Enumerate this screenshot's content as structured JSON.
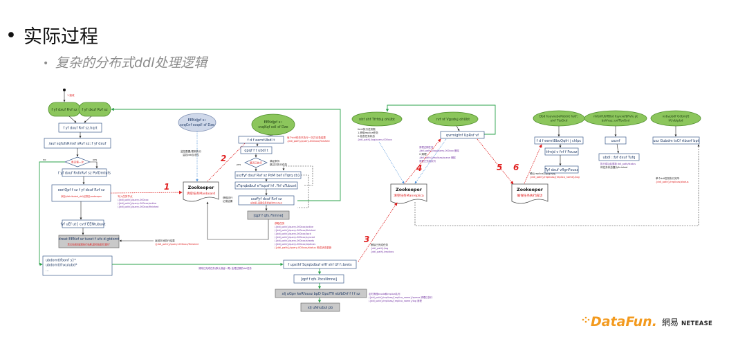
{
  "slide": {
    "title_bullet": "•",
    "title": "实际过程",
    "subtitle_bullet": "•",
    "subtitle": "复杂的分布式ddl处理逻辑"
  },
  "left_flow": {
    "start_note": "1.接收",
    "entry_a": "f yf dxuf Rvf sz",
    "entry_b": "f yf dxuf Rvf sz",
    "hqrt": "f yf dxuf Rvf sz.hqrt",
    "jauf": "/auf sqfufsRmxf sRvf sz::f yf dxuf",
    "decision": "是否第一次",
    "no": "no",
    "yes": "yes",
    "pofd": "f yf dxuf RvfxRvf sz PofDmtufs",
    "eeri": "eeriQpf f sz f yf dxuf Rvf sz",
    "eeri_note": "添加(distributed_ddl)记录至zookeeper",
    "fyfu": "fyf uEf ut{ cvtf EENtubuvt",
    "dreat": "dreat EENxf sz tuoxt f ufs d gtdomt",
    "dreat_note": "若已完成则返回执行结果,超时则返回“超时”",
    "ubdomt": [
      "ubdomt/fbonf s}*",
      "ubdomt/fnxuiubd*",
      "..."
    ],
    "arrow1_note": [
      "写入任务节点",
      "/{ddl_path}/query-000xxx",
      "/{ddl_path}/query-000xxx/active",
      "/{ddl_path}/query-000xxx/finished"
    ],
    "dreat_side_note": [
      "返回本地执行结果",
      "/{ddl_path}/query-000xxx/finished"
    ]
  },
  "watch": {
    "oval_line1": "EENdjpf s::",
    "oval_line2": "svqCnf soqd! sf Dze",
    "note": [
      "监控配置/更新执行",
      "监控ddl合法性"
    ]
  },
  "middle_flow": {
    "oval_line1": "EENdjpf s::",
    "oval_line2": "svqKqf odl sf Dze",
    "fde": "f d f eerntUbdl t",
    "fde_note": [
      "每个ddl任务只执行一次并记录结果",
      "{ddl_path}/query-000xxx/finished"
    ],
    "qpq": "qpqf f t ubdl t",
    "decision": "是否已执行",
    "yes": "yes",
    "decision_note": [
      "满足条件",
      "跳过已执行任务"
    ],
    "usz1": "uszFyf dxuf Rvf sz PoM bef sTqrq cb}",
    "stq": "sTqrqbdbuf e\"tupsf hf .?hf uTubuvt",
    "usz2": "uszFyf dxuf Rvf sz",
    "usz2_note": "成功后,设置任务状态为finished",
    "usz2_side": [
      "获取执行",
      "记录结果"
    ],
    "qpf": "[qpf f qfs.?hmne]",
    "red_block": [
      "获取任务",
      "/{ddl_path}/query-000xxx/active",
      "/{ddl_path}/query-000xxx/finished",
      "/{ddl_path}/query-000xxx/lock",
      "/{ddl_path}/query-000xxx/synced",
      "/{ddl_path}/query-000xxx/shards",
      "/{ddl_path}/query-000xxx/replicas",
      "/{ddl_path}/query-000xxx/status  完成状态更新"
    ]
  },
  "bottom_flow": {
    "upst": "f upsthf Sqrqbdbuf eHf shf Uf f::brets",
    "qpf2": "[qpf f qfs.?bcsNmne]",
    "xlj": "xlj uGpv keRfousz bpD GpcfTfi ebfbDrf f f f sz",
    "nnu": "xlj uNnubul pb",
    "left_note": "清除已完成任务(默认保留一周) 处理过期的ddl任务",
    "under_note": [
      "定时清理znode和replica队列",
      "/{ddl_path}/replicas/{replica_name}/queue 清理已执行",
      "/{ddl_path}/replicas/{replica_name}/log 清理"
    ]
  },
  "zookeepers": {
    "left_title": "Zookeeper",
    "left_sub": "清空任务Manboard",
    "mid_title": "Zookeeper",
    "mid_sub": "清空任务Manreplica",
    "right_title": "Zookeeper",
    "right_sub": "确保任务执行成功"
  },
  "replica_flow": {
    "oval_a": [
      "nhf shf Tfrfduj ohUbt"
    ],
    "oval_b": [
      "rvf vf Vgxduj ohUbt"
    ],
    "qvr": "qvrmigfnf UpRvf vf",
    "left_note": [
      "limit执行任务数",
      "1.获取replica任务",
      "2.检查任务状态",
      "{ddl_path}/log/query-000xxx"
    ],
    "mid_note": [
      "清理过期任务",
      "{ddl_path}/log/query-000xxx 删除",
      "2.清理",
      "{ddl_path}/replicas/queue 删除",
      "清理已完成队列"
    ],
    "step3_note": [
      "删除已完成任务",
      "{ddl_path}/log",
      "{ddl_path}/replicas"
    ],
    "step6_note": [
      "确认replica已全部完成",
      "{ddl_path}/replicas/{replica_name}/log"
    ]
  },
  "right_flow": {
    "oval_a": [
      "Dbd hsyvxeboPobtnt hstf::",
      "uixf TtaGxd"
    ],
    "oval_b": [
      "nhfshfUbffDbd hsyvxefbRvfu pt",
      "bshfvsz::uxfTbxGxd"
    ],
    "oval_c": [
      "vxbvpbdf Gdbmjf]",
      "hUvbtpbd"
    ],
    "box1": "f d f eerntBbuQqfri j chlpc",
    "box2": "tfrnjd v fvf f Fousz",
    "box3": "Tyf dxuf vfIgnFousz",
    "box4": "uszvf",
    "box5": "ubdl ::fyf dxuf Tufq",
    "box6": "usz Gubdm tsCf rtbuvf bpt",
    "note_mid": [
      "执行成功后更新 ddl_path/status",
      "将任务状态置为finished"
    ],
    "note_right": [
      "单个ddl任务执行完毕",
      "{ddl_path}/replicas/status"
    ]
  },
  "steps": [
    "1",
    "2",
    "3",
    "4",
    "5",
    "6"
  ],
  "brand": {
    "logo": "DataFun.",
    "partner_cn": "網易",
    "partner_en": "NETEASE"
  },
  "colors": {
    "green_node": "#8cc65c",
    "gray_node": "#c9c9c9",
    "accent_red": "#e02020",
    "flow_green": "#2aa24a",
    "logo_orange": "#f39a1e"
  }
}
